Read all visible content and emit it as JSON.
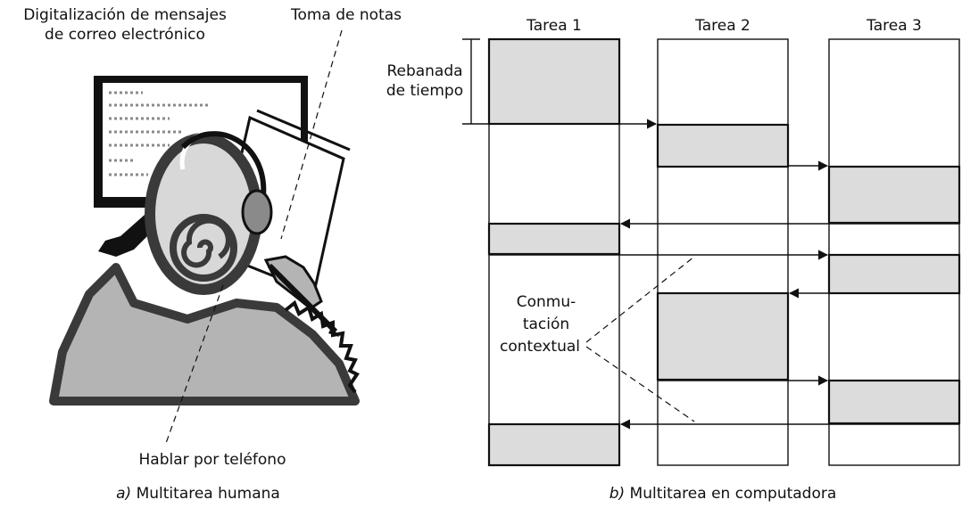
{
  "left_panel": {
    "label_email": [
      "Digitalización de mensajes",
      "de correo electrónico"
    ],
    "label_notes": "Toma de notas",
    "label_phone": "Hablar por teléfono",
    "caption_letter": "a)",
    "caption_text": "Multitarea humana"
  },
  "right_panel": {
    "tasks": [
      "Tarea 1",
      "Tarea 2",
      "Tarea 3"
    ],
    "time_slice_label": [
      "Rebanada",
      "de tiempo"
    ],
    "context_switch_label": [
      "Conmu-",
      "tación",
      "contextual"
    ],
    "caption_letter": "b)",
    "caption_text": "Multitarea en computadora"
  },
  "colors": {
    "slice_fill": "#dcdcdc",
    "outline": "#111111",
    "figure_gray": "#8a8a8a"
  }
}
